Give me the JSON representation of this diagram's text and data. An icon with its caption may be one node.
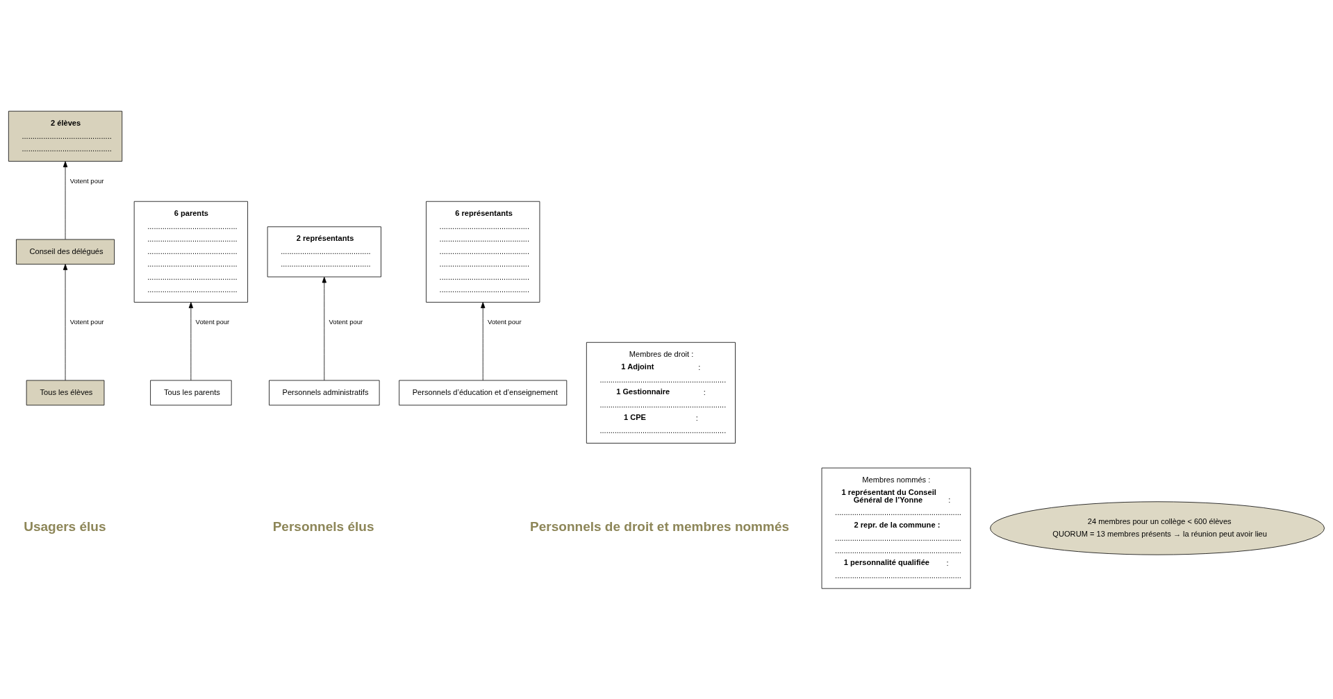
{
  "diagram": {
    "nodes": [
      {
        "text": [
          "2 élèves",
          "..........................................",
          ".........................................."
        ]
      },
      {
        "text": [
          "Conseil des délégués"
        ]
      },
      {
        "text": [
          "Tous les élèves"
        ]
      },
      {
        "text": [
          "6 parents",
          "..........................................",
          "..........................................",
          "..........................................",
          "..........................................",
          "..........................................",
          ".........................................."
        ]
      },
      {
        "text": [
          "Tous les parents"
        ]
      },
      {
        "text": [
          "2 représentants",
          "..........................................",
          ".........................................."
        ]
      },
      {
        "text": [
          "Personnels administratifs"
        ]
      },
      {
        "text": [
          "6 représentants",
          "..........................................",
          "..........................................",
          "..........................................",
          "..........................................",
          "..........................................",
          ".........................................."
        ]
      },
      {
        "text": [
          "Personnels d’éducation et d’enseignement"
        ]
      },
      {
        "text": [
          "Membres de droit :",
          "**1 Adjoint** :",
          "...........................................................",
          "**1 Gestionnaire** :",
          "...........................................................",
          "**1 CPE** :",
          "..........................................................."
        ]
      },
      {
        "text": [
          "Membres nommés :",
          "**1 représentant du Conseil Général de l’Yonne** :",
          "...........................................................",
          "**2 repr. de la commune :**",
          "...........................................................",
          "...........................................................",
          "**1 personnalité qualifiée** :",
          "..........................................................."
        ]
      },
      {
        "text": [
          "24 membres pour un collège < 600 élèves",
          "QUORUM = 13 membres présents → la réunion peut avoir lieu"
        ]
      }
    ],
    "edges": [
      {
        "from": 2,
        "to": 1,
        "arrow": "to",
        "label": "Votent pour"
      },
      {
        "from": 1,
        "to": 0,
        "arrow": "to",
        "label": "Votent pour"
      },
      {
        "from": 4,
        "to": 3,
        "arrow": "to",
        "label": "Votent pour"
      },
      {
        "from": 6,
        "to": 5,
        "arrow": "to",
        "label": "Votent pour"
      },
      {
        "from": 8,
        "to": 7,
        "arrow": "to",
        "label": "Votent pour"
      }
    ],
    "labels": [
      "Personnels de droit et membres nommés",
      "Usagers élus",
      "Personnels élus"
    ]
  }
}
